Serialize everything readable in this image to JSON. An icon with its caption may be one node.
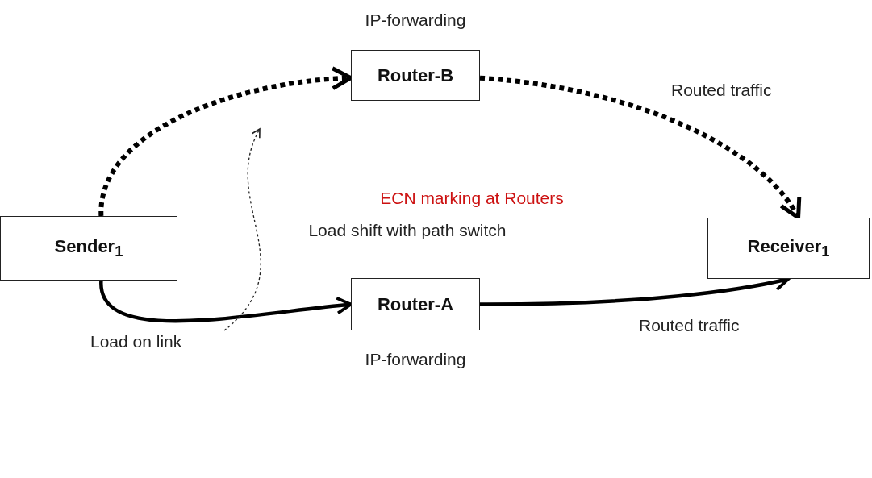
{
  "diagram": {
    "nodes": [
      {
        "text": [
          "Router-B"
        ],
        "beside": [
          "IP-forwarding"
        ]
      },
      {
        "text": [
          "Sender$_{1}$"
        ]
      },
      {
        "text": [
          "Receiver$_{1}$"
        ]
      },
      {
        "text": [
          "Router-A"
        ],
        "beside": [
          "IP-forwarding"
        ]
      }
    ],
    "edges": [
      {
        "from": 1,
        "to": 0,
        "arrow": "to",
        "style": "dashed"
      },
      {
        "from": 0,
        "to": 2,
        "arrow": "to",
        "style": "dashed",
        "label": "Routed traffic"
      },
      {
        "from": 1,
        "to": 3,
        "arrow": "to",
        "label": "Load on link"
      },
      {
        "from": 3,
        "to": 2,
        "arrow": "to",
        "label": "Routed traffic"
      }
    ],
    "labels": [
      "ECN marking at Routers",
      "Load shift with path switch"
    ]
  }
}
